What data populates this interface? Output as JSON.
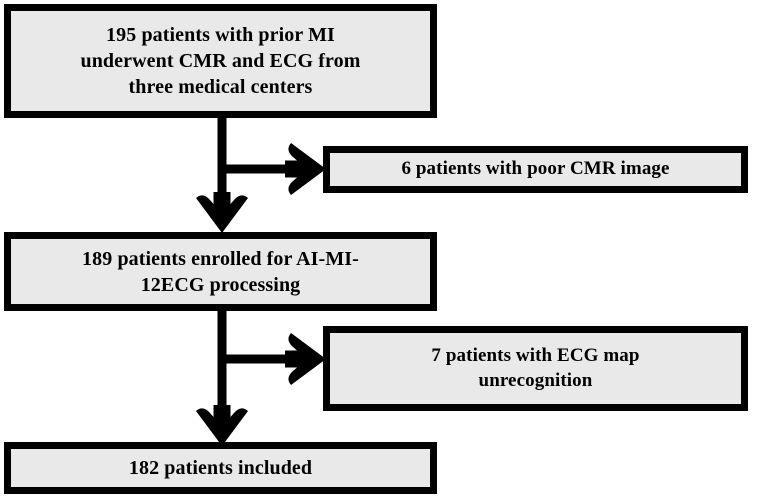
{
  "figure": {
    "type": "flowchart",
    "orientation": "vertical",
    "background_color": "#ffffff",
    "box_fill_color": "#e9e9e9",
    "box_border_color": "#000000",
    "text_color": "#000000"
  },
  "nodes": {
    "enrollment": {
      "id": "box-main-1",
      "role": "primary",
      "count": 195,
      "line1": "195 patients with prior MI",
      "line2": "underwent CMR and ECG from",
      "line3": "three medical centers",
      "text": "195 patients with prior MI underwent CMR and ECG from three medical centers"
    },
    "exclusion_1": {
      "id": "box-excl-1",
      "role": "exclusion",
      "count": 6,
      "line1": "6 patients with poor CMR image",
      "text": "6 patients with poor CMR image"
    },
    "processing": {
      "id": "box-main-2",
      "role": "primary",
      "count": 189,
      "line1": "189 patients enrolled for AI-MI-",
      "line2": "12ECG processing",
      "text": "189 patients enrolled for AI-MI-12ECG processing"
    },
    "exclusion_2": {
      "id": "box-excl-2",
      "role": "exclusion",
      "count": 7,
      "line1": "7 patients with ECG map",
      "line2": "unrecognition",
      "text": "7 patients with ECG map unrecognition"
    },
    "included": {
      "id": "box-main-3",
      "role": "primary",
      "count": 182,
      "line1": "182 patients included",
      "text": "182 patients included"
    }
  },
  "connectors": [
    {
      "name": "enrollment-to-processing",
      "from": "enrollment",
      "to": "processing",
      "direction": "down",
      "arrowhead": "barbed"
    },
    {
      "name": "enrollment-to-exclusion-1",
      "from": "enrollment",
      "to": "exclusion_1",
      "direction": "right",
      "arrowhead": "barbed"
    },
    {
      "name": "processing-to-included",
      "from": "processing",
      "to": "included",
      "direction": "down",
      "arrowhead": "barbed"
    },
    {
      "name": "processing-to-exclusion-2",
      "from": "processing",
      "to": "exclusion_2",
      "direction": "right",
      "arrowhead": "barbed"
    }
  ]
}
